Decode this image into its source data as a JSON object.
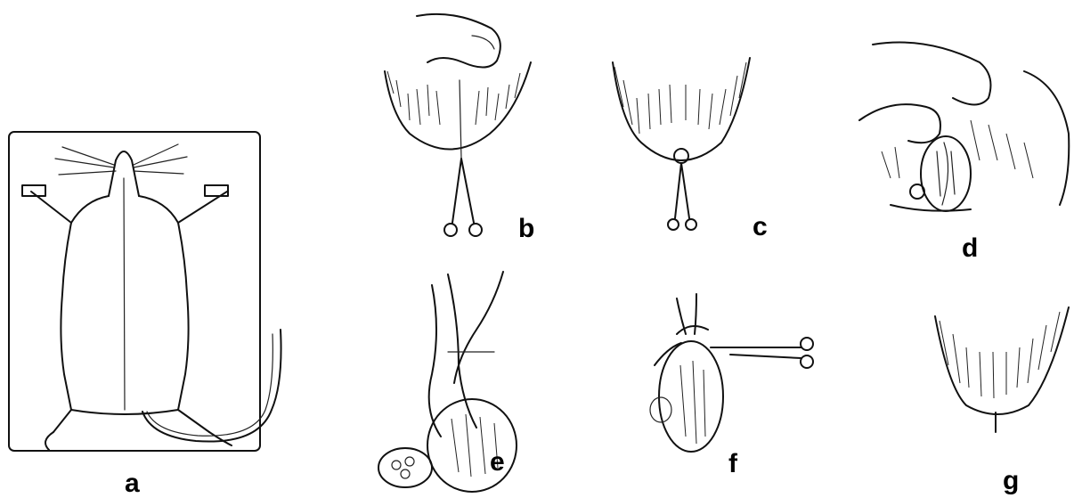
{
  "labels": {
    "a": "a",
    "b": "b",
    "c": "c",
    "d": "d",
    "e": "e",
    "f": "f",
    "g": "g"
  }
}
